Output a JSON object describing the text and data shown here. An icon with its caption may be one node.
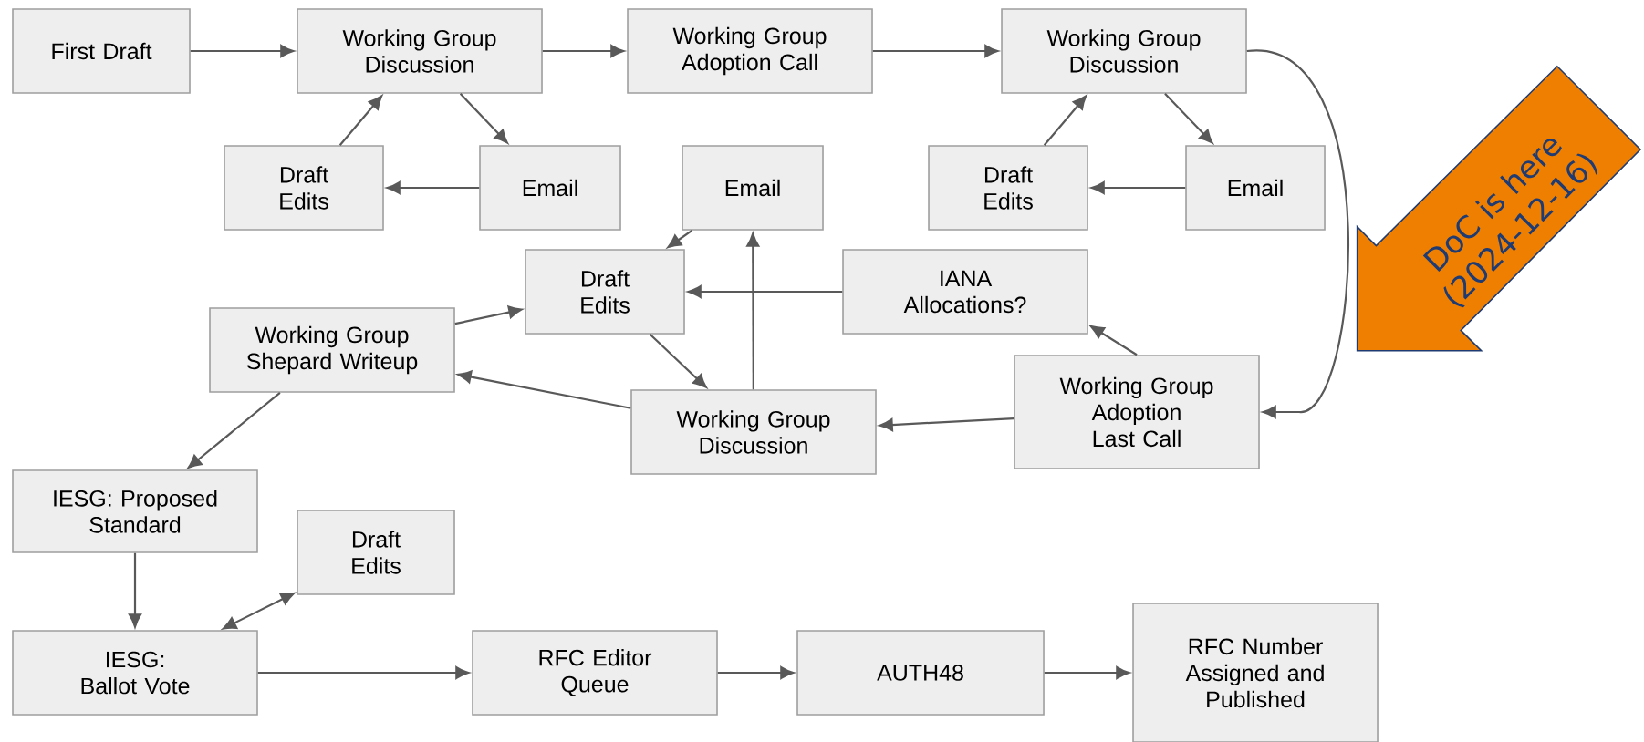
{
  "diagram": {
    "nodes": [
      {
        "text": [
          "First Draft"
        ]
      },
      {
        "text": [
          "Working Group Discussion"
        ]
      },
      {
        "text": [
          "Working Group Adoption Call"
        ]
      },
      {
        "text": [
          "Working Group Discussion"
        ]
      },
      {
        "text": [
          "Draft Edits"
        ]
      },
      {
        "text": [
          "Email"
        ]
      },
      {
        "text": [
          "Email"
        ]
      },
      {
        "text": [
          "Draft Edits"
        ]
      },
      {
        "text": [
          "Email"
        ]
      },
      {
        "text": [
          "Draft Edits"
        ]
      },
      {
        "text": [
          "IANA Allocations?"
        ]
      },
      {
        "text": [
          "Working Group Shepard Writeup"
        ]
      },
      {
        "text": [
          "Working Group Discussion"
        ]
      },
      {
        "text": [
          "Working Group Adoption Last Call"
        ]
      },
      {
        "text": [
          "IESG: Proposed Standard"
        ]
      },
      {
        "text": [
          "Draft Edits"
        ]
      },
      {
        "text": [
          "IESG: Ballot Vote"
        ]
      },
      {
        "text": [
          "RFC Editor Queue"
        ]
      },
      {
        "text": [
          "AUTH48"
        ]
      },
      {
        "text": [
          "RFC Number Assigned and Published"
        ]
      },
      {
        "text": [
          "DoC is here (2024-12-16)"
        ]
      }
    ],
    "edges": [
      {
        "from": 0,
        "to": 1,
        "arrow": "to"
      },
      {
        "from": 1,
        "to": 2,
        "arrow": "to"
      },
      {
        "from": 2,
        "to": 3,
        "arrow": "to"
      },
      {
        "from": 4,
        "to": 1,
        "arrow": "to"
      },
      {
        "from": 1,
        "to": 5,
        "arrow": "to"
      },
      {
        "from": 5,
        "to": 4,
        "arrow": "to"
      },
      {
        "from": 7,
        "to": 3,
        "arrow": "to"
      },
      {
        "from": 3,
        "to": 8,
        "arrow": "to"
      },
      {
        "from": 8,
        "to": 7,
        "arrow": "to"
      },
      {
        "from": 3,
        "to": 13,
        "arrow": "to"
      },
      {
        "from": 13,
        "to": 10,
        "arrow": "to"
      },
      {
        "from": 13,
        "to": 12,
        "arrow": "to"
      },
      {
        "from": 10,
        "to": 9,
        "arrow": "to"
      },
      {
        "from": 6,
        "to": 9,
        "arrow": "to"
      },
      {
        "from": 9,
        "to": 12,
        "arrow": "to"
      },
      {
        "from": 12,
        "to": 6,
        "arrow": "to"
      },
      {
        "from": 12,
        "to": 11,
        "arrow": "to"
      },
      {
        "from": 11,
        "to": 9,
        "arrow": "to"
      },
      {
        "from": 11,
        "to": 14,
        "arrow": "to"
      },
      {
        "from": 14,
        "to": 16,
        "arrow": "to"
      },
      {
        "from": 16,
        "to": 15,
        "arrow": "both"
      },
      {
        "from": 16,
        "to": 17,
        "arrow": "to"
      },
      {
        "from": 17,
        "to": 18,
        "arrow": "to"
      },
      {
        "from": 18,
        "to": 19,
        "arrow": "to"
      }
    ]
  }
}
